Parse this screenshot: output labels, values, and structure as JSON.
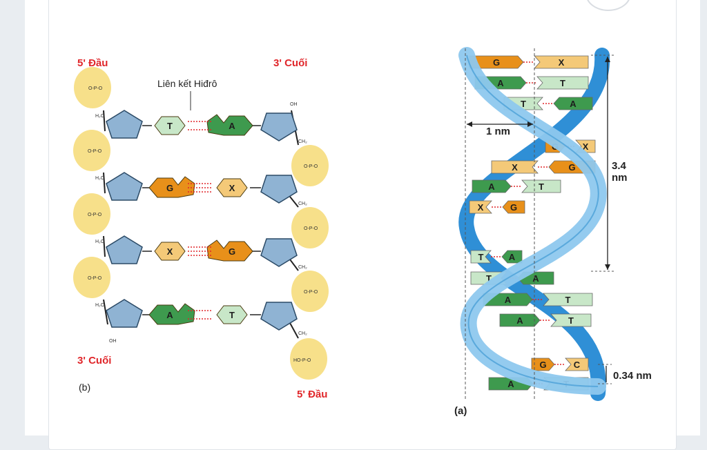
{
  "labels": {
    "five_prime_top": "5' Đầu",
    "three_prime_top": "3' Cuối",
    "hydrogen_bond": "Liên kết Hiđrô",
    "three_prime_bottom": "3' Cuối",
    "five_prime_bottom": "5' Đầu",
    "panel_b": "(b)",
    "panel_a": "(a)",
    "one_nm": "1 nm",
    "pitch_value": "3.4",
    "pitch_unit": "nm",
    "rise": "0.34 nm"
  },
  "ladder_pairs": [
    {
      "left": "T",
      "right": "A"
    },
    {
      "left": "G",
      "right": "X"
    },
    {
      "left": "X",
      "right": "G"
    },
    {
      "left": "A",
      "right": "T"
    }
  ],
  "helix_pairs": [
    {
      "left": "G",
      "right": "X"
    },
    {
      "left": "A",
      "right": "T"
    },
    {
      "left": "T",
      "right": "A"
    },
    {
      "left": "G",
      "right": "X"
    },
    {
      "left": "X",
      "right": "G"
    },
    {
      "left": "A",
      "right": "T"
    },
    {
      "left": "X",
      "right": "G"
    },
    {
      "left": "T",
      "right": "A"
    },
    {
      "left": "T",
      "right": "A"
    },
    {
      "left": "A",
      "right": "T"
    },
    {
      "left": "A",
      "right": "T"
    },
    {
      "left": "G",
      "right": "C"
    },
    {
      "left": "A",
      "right": "T"
    }
  ],
  "colors": {
    "A": "#3e9a4e",
    "T": "#c8e7c8",
    "G": "#e8901a",
    "X": "#f4c978",
    "C": "#f4c978",
    "phosphate": "#f7e08a",
    "sugar": "#8fb3d3",
    "strand": "#6ab8e8"
  }
}
